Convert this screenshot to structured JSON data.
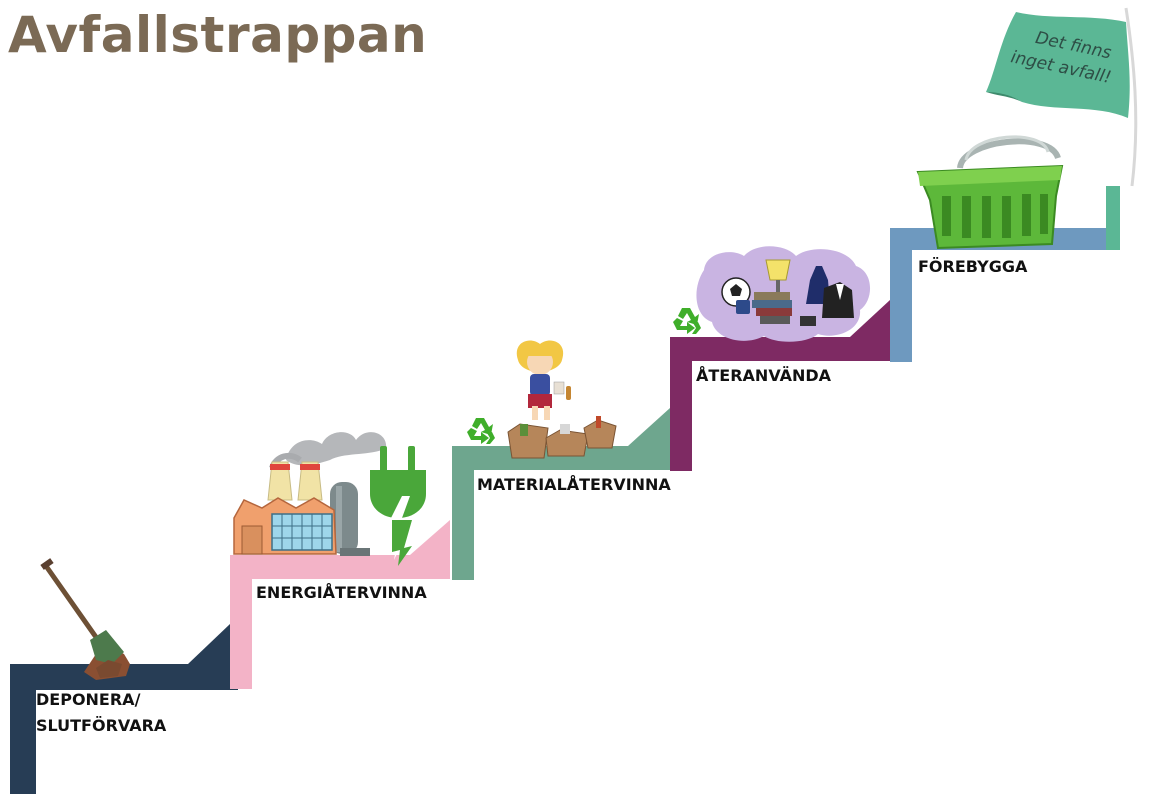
{
  "title": "Avfallstrappan",
  "steps": [
    {
      "label_lines": [
        "DEPONERA/",
        "SLUTFÖRVARA"
      ],
      "color": "#273d55",
      "icon": "shovel-icon"
    },
    {
      "label_lines": [
        "ENERGIÅTERVINNA"
      ],
      "color": "#f3b3c7",
      "icon": "factory-icon"
    },
    {
      "label_lines": [
        "MATERIALÅTERVINNA"
      ],
      "color": "#6ea68e",
      "icon": "sorting-girl-icon"
    },
    {
      "label_lines": [
        "ÅTERANVÄNDA"
      ],
      "color": "#7e2a63",
      "icon": "reuse-items-icon"
    },
    {
      "label_lines": [
        "FÖREBYGGA"
      ],
      "color": "#6e99bf",
      "icon": "shopping-basket-icon"
    }
  ],
  "flag": {
    "lines": [
      "Det finns",
      "inget avfall!"
    ],
    "color": "#5bb795"
  },
  "colors": {
    "title": "#7b6a55",
    "plug": "#4aa73a",
    "recycle": "#3fae2a"
  }
}
